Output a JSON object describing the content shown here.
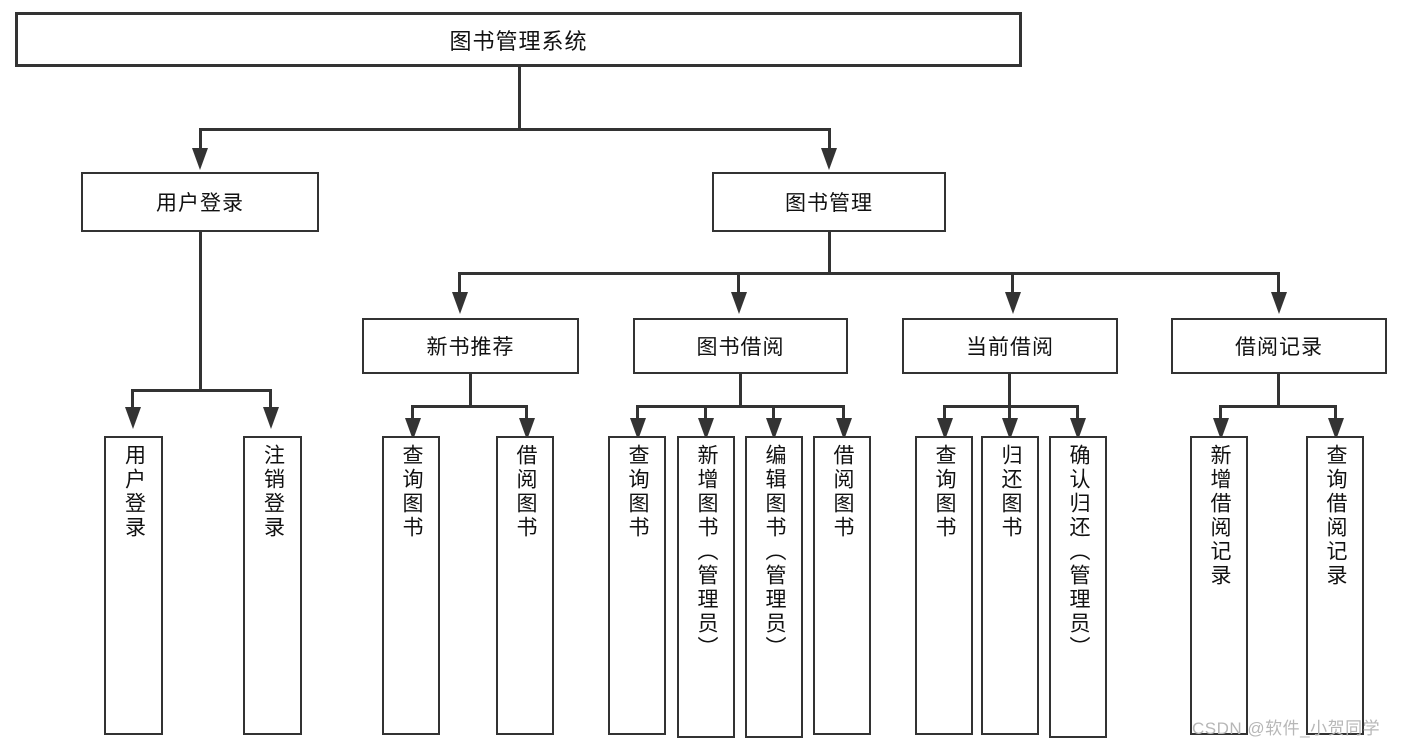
{
  "diagram": {
    "title": "图书管理系统",
    "watermark": "CSDN @软件_小贺同学",
    "level2": {
      "user_login": "用户登录",
      "book_manage": "图书管理"
    },
    "level3": {
      "new_book_recommend": "新书推荐",
      "book_borrow": "图书借阅",
      "current_borrow": "当前借阅",
      "borrow_record": "借阅记录"
    },
    "leaves": {
      "user_login_1": "用户登录",
      "user_login_2": "注销登录",
      "recommend_1": "查询图书",
      "recommend_2": "借阅图书",
      "borrow_1": "查询图书",
      "borrow_2": "新增图书（管理员）",
      "borrow_3": "编辑图书（管理员）",
      "borrow_4": "借阅图书",
      "current_1": "查询图书",
      "current_2": "归还图书",
      "current_3": "确认归还（管理员）",
      "record_1": "新增借阅记录",
      "record_2": "查询借阅记录"
    },
    "colors": {
      "stroke": "#333333",
      "background": "#ffffff",
      "watermark": "#b7b7b7"
    }
  }
}
